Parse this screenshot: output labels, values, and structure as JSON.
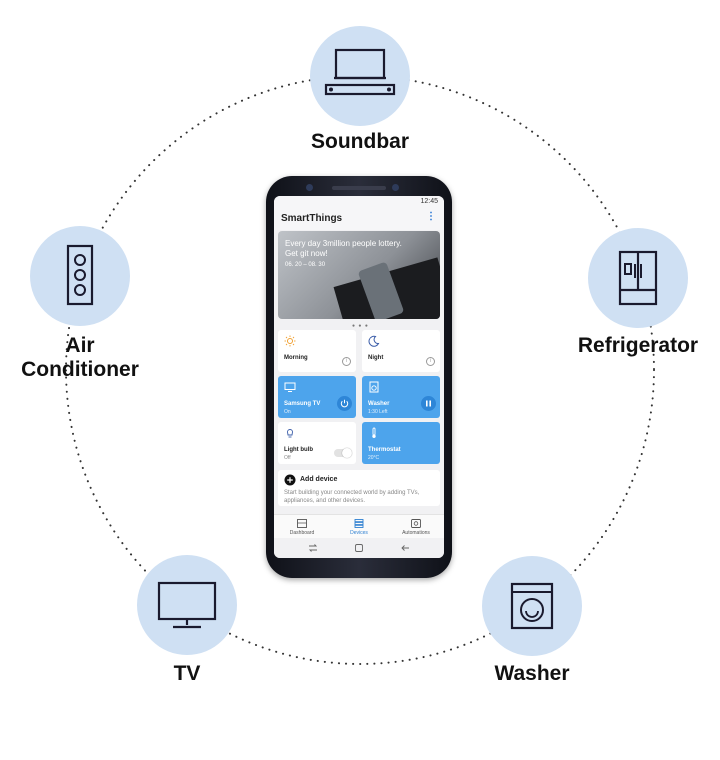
{
  "devices": {
    "soundbar": {
      "label": "Soundbar",
      "icon": "soundbar-icon"
    },
    "refrigerator": {
      "label": "Refrigerator",
      "icon": "refrigerator-icon"
    },
    "washer": {
      "label": "Washer",
      "icon": "washer-icon"
    },
    "tv": {
      "label": "TV",
      "icon": "tv-icon"
    },
    "air_conditioner": {
      "label_line1": "Air",
      "label_line2": "Conditioner",
      "icon": "air-conditioner-icon"
    }
  },
  "colors": {
    "circle": "#cfe0f3",
    "accent": "#4da4ec",
    "accent_dark": "#2f80d1"
  },
  "phone": {
    "status_time": "12:45",
    "app_title": "SmartThings",
    "banner": {
      "line1": "Every day 3million people lottery.",
      "line2": "Get git now!",
      "date": "06. 20 – 08. 30"
    },
    "tiles": [
      {
        "name": "Morning",
        "sub": "",
        "icon": "sun-icon"
      },
      {
        "name": "Night",
        "sub": "",
        "icon": "moon-icon"
      },
      {
        "name": "Samsung TV",
        "sub": "On",
        "icon": "tv-icon"
      },
      {
        "name": "Washer",
        "sub": "1:30 Left",
        "icon": "washer-icon"
      },
      {
        "name": "Light bulb",
        "sub": "Off",
        "icon": "light-bulb-icon"
      },
      {
        "name": "Thermostat",
        "sub": "20°C",
        "icon": "thermometer-icon"
      }
    ],
    "add_device": {
      "title": "Add device",
      "desc": "Start building your connected world by adding TVs, appliances, and other devices."
    },
    "tabs": [
      {
        "label": "Dashboard",
        "active": false
      },
      {
        "label": "Devices",
        "active": true
      },
      {
        "label": "Automations",
        "active": false
      }
    ]
  }
}
